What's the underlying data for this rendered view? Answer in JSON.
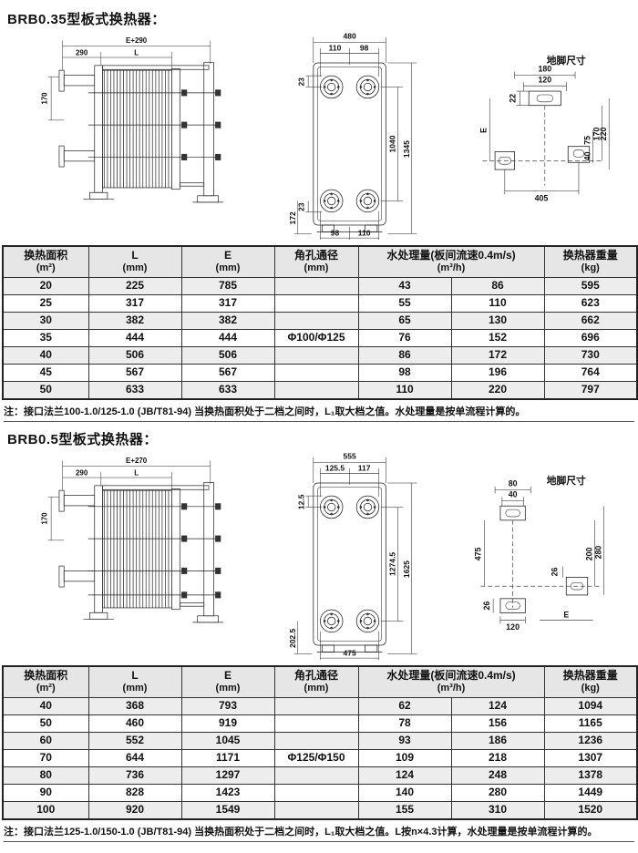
{
  "table_headers": {
    "area": "换热面积",
    "area_u": "(m²)",
    "L": "L",
    "L_u": "(mm)",
    "E": "E",
    "E_u": "(mm)",
    "port": "角孔通径",
    "port_u": "(mm)",
    "water": "水处理量(板间流速0.4m/s)",
    "water_u": "(m³/h)",
    "weight": "换热器重量",
    "weight_u": "(kg)"
  },
  "section1": {
    "title": "BRB0.35型板式换热器：",
    "drawings": {
      "side": {
        "dim_total": "E+290",
        "dim_left": "290",
        "dim_L": "L",
        "dim_h": "170"
      },
      "front": {
        "dim_w": "480",
        "dim_w1": "110",
        "dim_w2": "98",
        "dim_p_top": "23",
        "dim_h1": "1040",
        "dim_h2": "1345",
        "dim_p_bot": "23",
        "dim_b1": "98",
        "dim_b2": "110",
        "dim_bl": "172"
      },
      "foot": {
        "title": "地脚尺寸",
        "dim_t1": "180",
        "dim_t2": "120",
        "dim_l1": "22",
        "dim_E": "E",
        "dim_r1": "75",
        "dim_r2": "40",
        "dim_r3": "170",
        "dim_r4": "220",
        "dim_b": "405"
      }
    },
    "table": {
      "port_value": "Φ100/Φ125",
      "rows": [
        {
          "area": "20",
          "L": "225",
          "E": "785",
          "w1": "43",
          "w2": "86",
          "wt": "595"
        },
        {
          "area": "25",
          "L": "317",
          "E": "317",
          "w1": "55",
          "w2": "110",
          "wt": "623"
        },
        {
          "area": "30",
          "L": "382",
          "E": "382",
          "w1": "65",
          "w2": "130",
          "wt": "662"
        },
        {
          "area": "35",
          "L": "444",
          "E": "444",
          "w1": "76",
          "w2": "152",
          "wt": "696"
        },
        {
          "area": "40",
          "L": "506",
          "E": "506",
          "w1": "86",
          "w2": "172",
          "wt": "730"
        },
        {
          "area": "45",
          "L": "567",
          "E": "567",
          "w1": "98",
          "w2": "196",
          "wt": "764"
        },
        {
          "area": "50",
          "L": "633",
          "E": "633",
          "w1": "110",
          "w2": "220",
          "wt": "797"
        }
      ]
    },
    "note": "注：接口法兰100-1.0/125-1.0 (JB/T81-94) 当换热面积处于二档之间时，L₁取大档之值。水处理量是按单流程计算的。"
  },
  "section2": {
    "title": "BRB0.5型板式换热器：",
    "drawings": {
      "side": {
        "dim_total": "E+270",
        "dim_left": "290",
        "dim_L": "L",
        "dim_h": "170"
      },
      "front": {
        "dim_w": "555",
        "dim_w1": "125.5",
        "dim_w2": "117",
        "dim_p_top": "12.5",
        "dim_h1": "1274.5",
        "dim_h2": "1625",
        "dim_bl": "202.5",
        "dim_b": "475"
      },
      "foot": {
        "title": "地脚尺寸",
        "dim_t1": "80",
        "dim_t2": "40",
        "dim_r0": "26",
        "dim_l": "475",
        "dim_r1": "200",
        "dim_r2": "280",
        "dim_l2": "26",
        "dim_b1": "120",
        "dim_E": "E"
      }
    },
    "table": {
      "port_value": "Φ125/Φ150",
      "rows": [
        {
          "area": "40",
          "L": "368",
          "E": "793",
          "w1": "62",
          "w2": "124",
          "wt": "1094"
        },
        {
          "area": "50",
          "L": "460",
          "E": "919",
          "w1": "78",
          "w2": "156",
          "wt": "1165"
        },
        {
          "area": "60",
          "L": "552",
          "E": "1045",
          "w1": "93",
          "w2": "186",
          "wt": "1236"
        },
        {
          "area": "70",
          "L": "644",
          "E": "1171",
          "w1": "109",
          "w2": "218",
          "wt": "1307"
        },
        {
          "area": "80",
          "L": "736",
          "E": "1297",
          "w1": "124",
          "w2": "248",
          "wt": "1378"
        },
        {
          "area": "90",
          "L": "828",
          "E": "1423",
          "w1": "140",
          "w2": "280",
          "wt": "1449"
        },
        {
          "area": "100",
          "L": "920",
          "E": "1549",
          "w1": "155",
          "w2": "310",
          "wt": "1520"
        }
      ]
    },
    "note": "注：接口法兰125-1.0/150-1.0 (JB/T81-94) 当换热面积处于二档之间时，L₁取大档之值。L按n×4.3计算，水处理量是按单流程计算的。"
  }
}
